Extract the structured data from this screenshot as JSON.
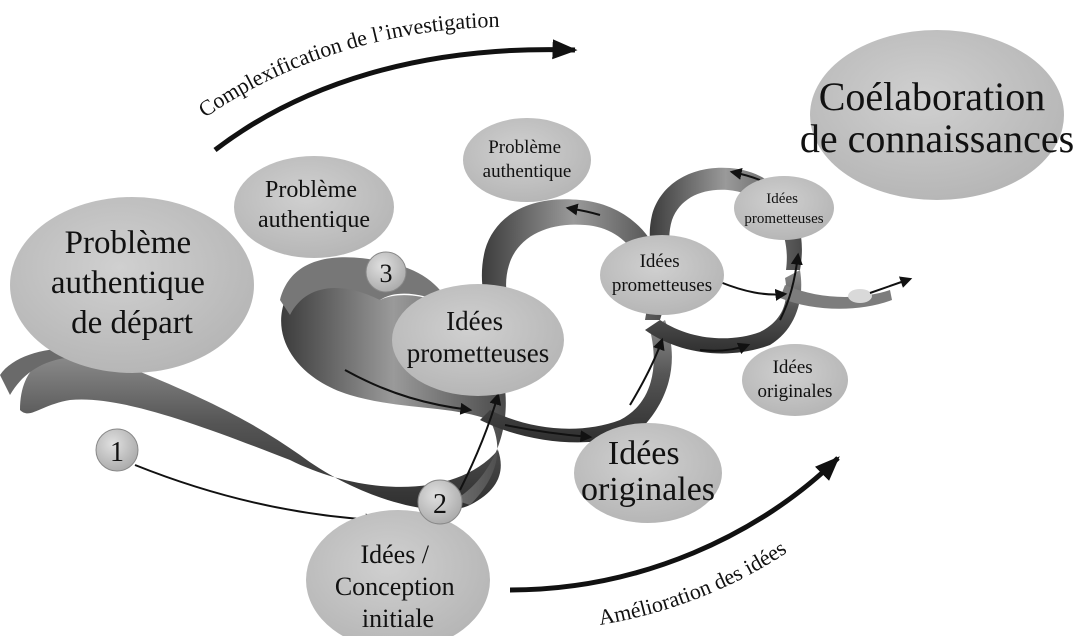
{
  "labels": {
    "starting_problem": [
      "Problème",
      "authentique",
      "de départ"
    ],
    "initial_ideas": [
      "Idées /",
      "Conception",
      "initiale"
    ],
    "problem_2": [
      "Problème",
      "authentique"
    ],
    "problem_3": [
      "Problème",
      "authentique"
    ],
    "promising_ideas_1": [
      "Idées",
      "prometteuses"
    ],
    "promising_ideas_2": [
      "Idées",
      "prometteuses"
    ],
    "promising_ideas_3": [
      "Idées",
      "prometteuses"
    ],
    "original_ideas_1": [
      "Idées",
      "originales"
    ],
    "original_ideas_2": [
      "Idées",
      "originales"
    ],
    "knowledge_building": [
      "Coélaboration",
      "de connaissances"
    ]
  },
  "steps": [
    "1",
    "2",
    "3"
  ],
  "arrows": {
    "top": "Complexification de l’investigation",
    "bottom": "Amélioration des idées"
  },
  "colors": {
    "bubble": "#bdbdbd",
    "ribbon_dark": "#4a4a4a",
    "ribbon_light": "#c4c4c4",
    "text": "#111111"
  }
}
